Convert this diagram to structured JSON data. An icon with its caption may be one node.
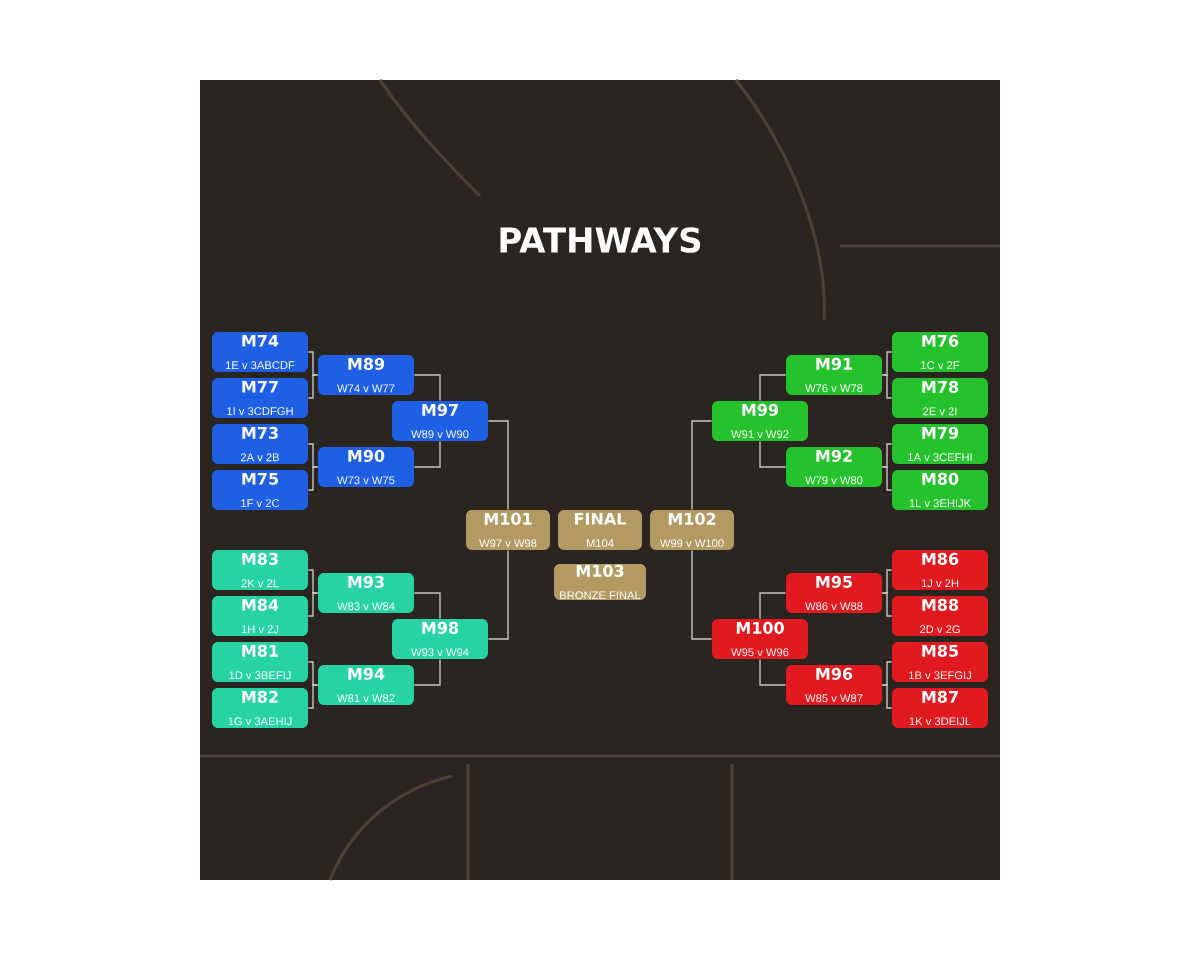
{
  "diagram": {
    "title": "PATHWAYS",
    "nodes": [
      {
        "text": [
          "M74",
          "1E v 3ABCDF"
        ]
      },
      {
        "text": [
          "M77",
          "1I v 3CDFGH"
        ]
      },
      {
        "text": [
          "M73",
          "2A v 2B"
        ]
      },
      {
        "text": [
          "M75",
          "1F v 2C"
        ]
      },
      {
        "text": [
          "M83",
          "2K v 2L"
        ]
      },
      {
        "text": [
          "M84",
          "1H v 2J"
        ]
      },
      {
        "text": [
          "M81",
          "1D v 3BEFIJ"
        ]
      },
      {
        "text": [
          "M82",
          "1G v 3AEHIJ"
        ]
      },
      {
        "text": [
          "M89",
          "W74 v W77"
        ]
      },
      {
        "text": [
          "M90",
          "W73 v W75"
        ]
      },
      {
        "text": [
          "M93",
          "W83 v W84"
        ]
      },
      {
        "text": [
          "M94",
          "W81 v W82"
        ]
      },
      {
        "text": [
          "M97",
          "W89 v W90"
        ]
      },
      {
        "text": [
          "M98",
          "W93 v W94"
        ]
      },
      {
        "text": [
          "M101",
          "W97 v W98"
        ]
      },
      {
        "text": [
          "FINAL",
          "M104"
        ]
      },
      {
        "text": [
          "M102",
          "W99 v W100"
        ]
      },
      {
        "text": [
          "M103",
          "BRONZE FINAL"
        ]
      },
      {
        "text": [
          "M99",
          "W91 v W92"
        ]
      },
      {
        "text": [
          "M100",
          "W95 v W96"
        ]
      },
      {
        "text": [
          "M91",
          "W76 v W78"
        ]
      },
      {
        "text": [
          "M92",
          "W79 v W80"
        ]
      },
      {
        "text": [
          "M95",
          "W86 v W88"
        ]
      },
      {
        "text": [
          "M96",
          "W85 v W87"
        ]
      },
      {
        "text": [
          "M76",
          "1C v 2F"
        ]
      },
      {
        "text": [
          "M78",
          "2E v 2I"
        ]
      },
      {
        "text": [
          "M79",
          "1A v 3CEFHI"
        ]
      },
      {
        "text": [
          "M80",
          "1L v 3EHIJK"
        ]
      },
      {
        "text": [
          "M86",
          "1J v 2H"
        ]
      },
      {
        "text": [
          "M88",
          "2D v 2G"
        ]
      },
      {
        "text": [
          "M85",
          "1B v 3EFGIJ"
        ]
      },
      {
        "text": [
          "M87",
          "1K v 3DEIJL"
        ]
      }
    ],
    "edges": [
      {
        "from": 0,
        "to": 8,
        "arrow": "none"
      },
      {
        "from": 1,
        "to": 8,
        "arrow": "none"
      },
      {
        "from": 2,
        "to": 9,
        "arrow": "none"
      },
      {
        "from": 3,
        "to": 9,
        "arrow": "none"
      },
      {
        "from": 4,
        "to": 10,
        "arrow": "none"
      },
      {
        "from": 5,
        "to": 10,
        "arrow": "none"
      },
      {
        "from": 6,
        "to": 11,
        "arrow": "none"
      },
      {
        "from": 7,
        "to": 11,
        "arrow": "none"
      },
      {
        "from": 8,
        "to": 12,
        "arrow": "none"
      },
      {
        "from": 9,
        "to": 12,
        "arrow": "none"
      },
      {
        "from": 10,
        "to": 13,
        "arrow": "none"
      },
      {
        "from": 11,
        "to": 13,
        "arrow": "none"
      },
      {
        "from": 12,
        "to": 14,
        "arrow": "none"
      },
      {
        "from": 13,
        "to": 14,
        "arrow": "none"
      },
      {
        "from": 24,
        "to": 20,
        "arrow": "none"
      },
      {
        "from": 25,
        "to": 20,
        "arrow": "none"
      },
      {
        "from": 26,
        "to": 21,
        "arrow": "none"
      },
      {
        "from": 27,
        "to": 21,
        "arrow": "none"
      },
      {
        "from": 28,
        "to": 22,
        "arrow": "none"
      },
      {
        "from": 29,
        "to": 22,
        "arrow": "none"
      },
      {
        "from": 30,
        "to": 23,
        "arrow": "none"
      },
      {
        "from": 31,
        "to": 23,
        "arrow": "none"
      },
      {
        "from": 20,
        "to": 18,
        "arrow": "none"
      },
      {
        "from": 21,
        "to": 18,
        "arrow": "none"
      },
      {
        "from": 22,
        "to": 19,
        "arrow": "none"
      },
      {
        "from": 23,
        "to": 19,
        "arrow": "none"
      },
      {
        "from": 18,
        "to": 16,
        "arrow": "none"
      },
      {
        "from": 19,
        "to": 16,
        "arrow": "none"
      }
    ]
  }
}
